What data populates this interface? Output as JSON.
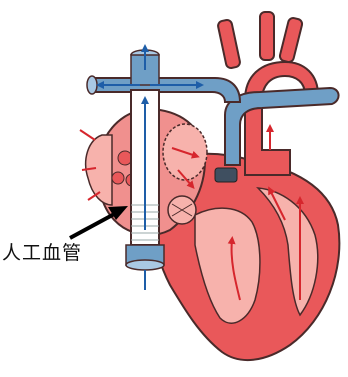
{
  "label": {
    "text": "人工血管"
  },
  "colors": {
    "heart_red": "#e9585a",
    "heart_light": "#f7b2ac",
    "heart_pink": "#f0908e",
    "vein_blue": "#6f9fc6",
    "vein_blue_light": "#a9c8e3",
    "graft_white": "#ffffff",
    "outline": "#4a2a2a",
    "flow_red": "#d6262d",
    "flow_blue": "#1e5ea8",
    "pointer": "#000000"
  },
  "icons": [
    "pointer-arrow",
    "flow-arrow"
  ]
}
